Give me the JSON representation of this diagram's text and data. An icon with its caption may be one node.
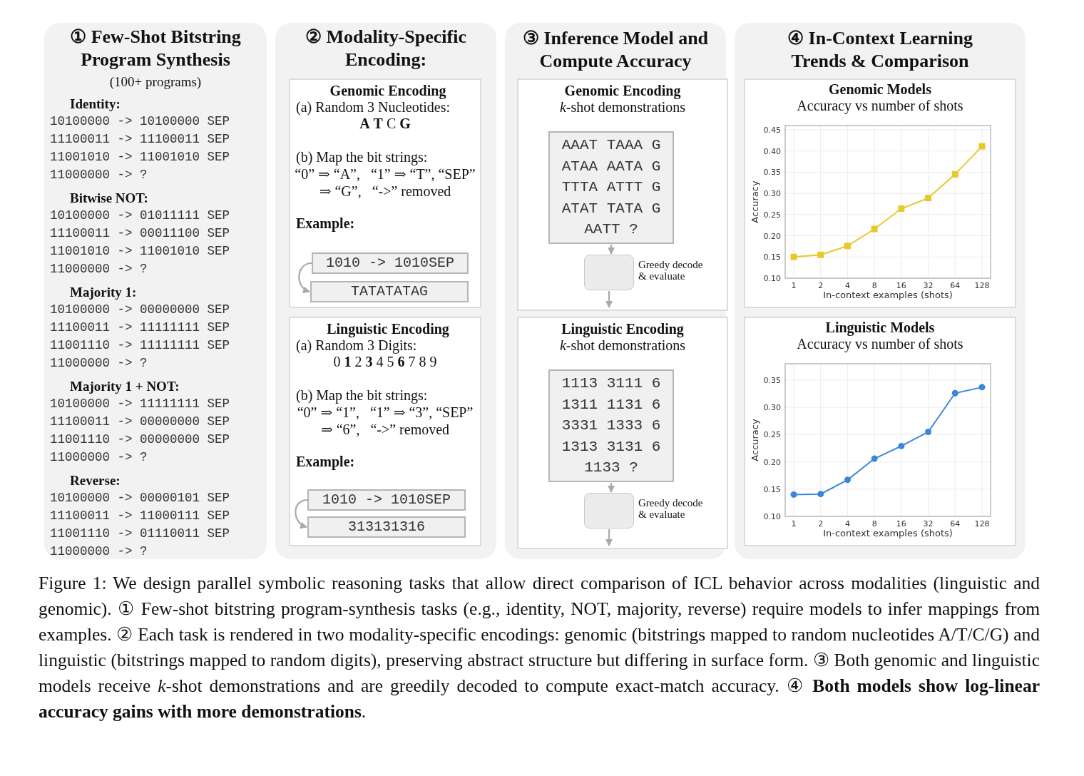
{
  "diagram": {
    "caption": "Figure 1: We design parallel symbolic reasoning tasks that allow direct comparison of ICL behavior across modalities (linguistic and genomic). ① Few-shot bitstring program-synthesis tasks (e.g., identity, NOT, majority, reverse) require models to infer mappings from examples. ② Each task is rendered in two modality-specific encodings: genomic (bitstrings mapped to random nucleotides A/T/C/G) and linguistic (bitstrings mapped to random digits), preserving abstract structure but differing in surface form. ③ Both genomic and linguistic models receive *k*-shot demonstrations and are greedily decoded to compute exact-match accuracy. ④ **Both models show log-linear accuracy gains with more demonstrations**.",
    "nodes": [
      {
        "text": [
          "① Few-Shot Bitstring Program Synthesis",
          "(100+ programs)"
        ]
      },
      {
        "text": [
          "② Modality-Specific Encoding:"
        ]
      },
      {
        "text": [
          "Genomic Encoding",
          "(a) Random 3 Nucleotides:",
          "**A** **T** C **G**",
          "(b) Map the bit strings:",
          "“0” ⇒ “A”,   “1” ⇒ “T”, “SEP” ⇒ “G”,   “->” removed",
          "Example:"
        ],
        "in": 1
      },
      {
        "text": [
          "1010 -> 1010SEP"
        ],
        "in": 2
      },
      {
        "text": [
          "TATATATAG"
        ],
        "in": 2
      },
      {
        "text": [
          "Linguistic Encoding",
          "(a) Random 3 Digits:",
          "0 **1** 2 **3** 4 5 **6** 7 8 9",
          "(b) Map the bit strings:",
          "“0” ⇒ “1”,   “1” ⇒ “3”, “SEP” ⇒ “6”,   “->” removed",
          "Example:"
        ],
        "in": 1
      },
      {
        "text": [
          "1010 -> 1010SEP"
        ],
        "in": 5
      },
      {
        "text": [
          "313131316"
        ],
        "in": 5
      },
      {
        "text": [
          "③ Inference Model and Compute Accuracy"
        ]
      },
      {
        "text": [
          "Genomic Encoding",
          "*k*-shot demonstrations"
        ],
        "in": 8
      },
      {
        "text": [
          "AAAT TAAA G",
          "ATAA AATA G",
          "TTTA ATTT G",
          "ATAT TATA G",
          "AATT ?"
        ],
        "in": 9
      },
      {
        "text": [],
        "shape": "box",
        "in": 9,
        "beside": [
          "Greedy decode & evaluate"
        ]
      },
      {
        "text": [
          "Linguistic Encoding",
          "*k*-shot demonstrations"
        ],
        "in": 8
      },
      {
        "text": [
          "1113 3111 6",
          "1311 1131 6",
          "3331 1333 6",
          "1313 3131 6",
          "1133 ?"
        ],
        "in": 12
      },
      {
        "text": [],
        "shape": "box",
        "in": 12,
        "beside": [
          "Greedy decode & evaluate"
        ]
      },
      {
        "text": [
          "④ In-Context Learning Trends & Comparison"
        ]
      },
      {
        "text": [
          "Genomic Models",
          "Accuracy vs number of shots"
        ],
        "in": 15
      },
      {
        "text": [
          "Linguistic Models",
          "Accuracy vs number of shots"
        ],
        "in": 15
      }
    ],
    "edges": [
      {
        "from": 3,
        "to": 4,
        "arrow": "to"
      },
      {
        "from": 6,
        "to": 7,
        "arrow": "to"
      },
      {
        "from": 10,
        "to": 11,
        "arrow": "to"
      },
      {
        "from": 11,
        "to": null,
        "arrow": "to"
      },
      {
        "from": 13,
        "to": 14,
        "arrow": "to"
      },
      {
        "from": 14,
        "to": null,
        "arrow": "to"
      }
    ],
    "labels": [
      "Identity:",
      "10100000 -> 10100000 SEP",
      "11100011 -> 11100011 SEP",
      "11001010 -> 11001010 SEP",
      "11000000 -> ?",
      "Bitwise NOT:",
      "10100000 -> 01011111 SEP",
      "11100011 -> 00011100 SEP",
      "11001010 -> 11001010 SEP",
      "11000000 -> ?",
      "Majority 1:",
      "10100000 -> 00000000 SEP",
      "11100011 -> 11111111 SEP",
      "11001110 -> 11111111 SEP",
      "11000000 -> ?",
      "Majority 1 + NOT:",
      "10100000 -> 11111111 SEP",
      "11100011 -> 00000000 SEP",
      "11001110 -> 00000000 SEP",
      "11000000 -> ?",
      "Reverse:",
      "10100000 -> 00000101 SEP",
      "11100011 -> 11000111 SEP",
      "11001110 -> 01110011 SEP",
      "11000000 -> ?"
    ],
    "chart_data": [
      {
        "type": "line",
        "xlabel": "In-context examples (shots)",
        "ylabel": "Accuracy",
        "categories": [
          "1",
          "2",
          "4",
          "8",
          "16",
          "32",
          "64",
          "128"
        ],
        "ylim": [
          0.1,
          0.46
        ],
        "grid": true,
        "yticks": [
          {
            "value": 0.1,
            "label": "0.10"
          },
          {
            "value": 0.15,
            "label": "0.15"
          },
          {
            "value": 0.2,
            "label": "0.20"
          },
          {
            "value": 0.25,
            "label": "0.25"
          },
          {
            "value": 0.3,
            "label": "0.30"
          },
          {
            "value": 0.35,
            "label": "0.35"
          },
          {
            "value": 0.4,
            "label": "0.40"
          },
          {
            "value": 0.45,
            "label": "0.45"
          }
        ],
        "series": [
          {
            "color": "#e8c928",
            "marker": "square",
            "values": [
              0.15,
              0.155,
              0.176,
              0.216,
              0.264,
              0.289,
              0.345,
              0.411
            ]
          }
        ]
      },
      {
        "type": "line",
        "xlabel": "In-context examples (shots)",
        "ylabel": "Accuracy",
        "categories": [
          "1",
          "2",
          "4",
          "8",
          "16",
          "32",
          "64",
          "128"
        ],
        "ylim": [
          0.1,
          0.38
        ],
        "grid": true,
        "yticks": [
          {
            "value": 0.1,
            "label": "0.10"
          },
          {
            "value": 0.15,
            "label": "0.15"
          },
          {
            "value": 0.2,
            "label": "0.20"
          },
          {
            "value": 0.25,
            "label": "0.25"
          },
          {
            "value": 0.3,
            "label": "0.30"
          },
          {
            "value": 0.35,
            "label": "0.35"
          }
        ],
        "series": [
          {
            "color": "#3a87d8",
            "marker": "circle",
            "values": [
              0.14,
              0.141,
              0.167,
              0.206,
              0.229,
              0.255,
              0.326,
              0.337
            ]
          }
        ]
      }
    ]
  }
}
